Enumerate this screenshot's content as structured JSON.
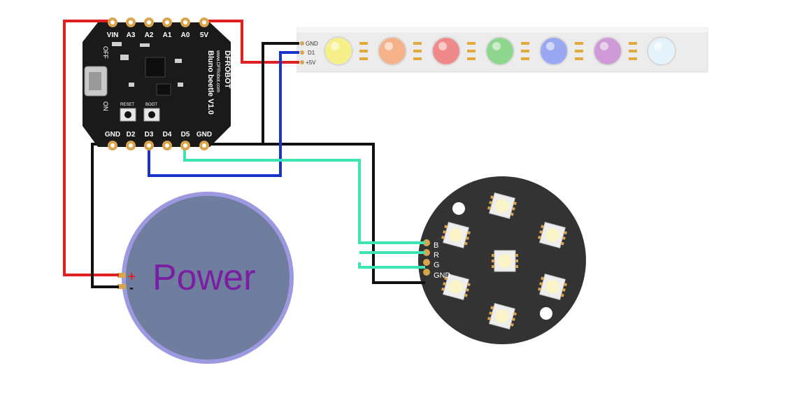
{
  "board": {
    "brand": "DFROBOT",
    "url": "www.DFRobot.com",
    "model": "Bluno beetle V1.0",
    "off_label": "OFF",
    "on_label": "ON",
    "reset_label": "RESET",
    "boot_label": "BOOT",
    "top_pins": [
      "VIN",
      "A3",
      "A2",
      "A1",
      "A0",
      "5V"
    ],
    "bottom_pins": [
      "GND",
      "D2",
      "D3",
      "D4",
      "D5",
      "GND"
    ]
  },
  "strip": {
    "pins": [
      "GND",
      "D1",
      "+5V"
    ],
    "led_colors": [
      "#f7f08a",
      "#f5b28a",
      "#f08a8a",
      "#8fd68f",
      "#9aa8f2",
      "#cf9ad8",
      "#e4f2fb"
    ]
  },
  "ring": {
    "pins": [
      "B",
      "R",
      "G",
      "GND"
    ]
  },
  "power": {
    "label": "Power",
    "plus": "+",
    "minus": "-"
  },
  "colors": {
    "wire_red": "#e02020",
    "wire_black": "#111111",
    "wire_blue": "#1733c9",
    "wire_teal": "#3de3b0",
    "board": "#1a1a1a",
    "ring": "#333333",
    "strip": "#ececec",
    "power_fill": "#6f7d9e",
    "power_stroke": "#9c99e0"
  }
}
